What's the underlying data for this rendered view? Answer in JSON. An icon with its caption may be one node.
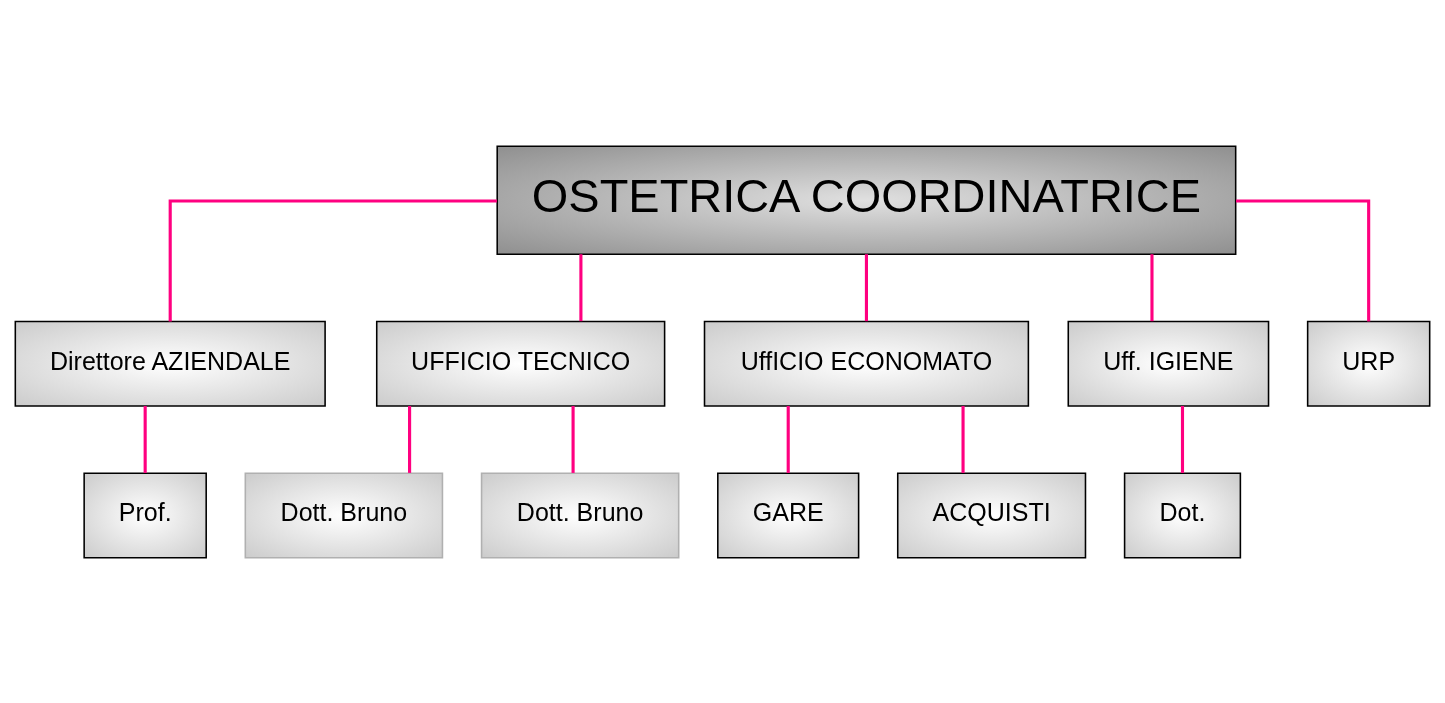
{
  "diagram": {
    "nodes": [
      {
        "text": [
          "OSTETRICA COORDINATRICE"
        ]
      },
      {
        "text": [
          "Direttore AZIENDALE"
        ]
      },
      {
        "text": [
          "UFFICIO TECNICO"
        ]
      },
      {
        "text": [
          "UffICIO ECONOMATO"
        ]
      },
      {
        "text": [
          "Uff. IGIENE"
        ]
      },
      {
        "text": [
          "URP"
        ]
      },
      {
        "text": [
          "Prof."
        ]
      },
      {
        "text": [
          "Dott. Bruno"
        ]
      },
      {
        "text": [
          "Dott. Bruno"
        ]
      },
      {
        "text": [
          "GARE"
        ]
      },
      {
        "text": [
          "ACQUISTI"
        ]
      },
      {
        "text": [
          "Dot."
        ]
      }
    ],
    "edges": [
      {
        "from": 0,
        "to": 1,
        "arrow": "none"
      },
      {
        "from": 0,
        "to": 2,
        "arrow": "none"
      },
      {
        "from": 0,
        "to": 3,
        "arrow": "none"
      },
      {
        "from": 0,
        "to": 4,
        "arrow": "none"
      },
      {
        "from": 0,
        "to": 5,
        "arrow": "none"
      },
      {
        "from": 1,
        "to": 6,
        "arrow": "none"
      },
      {
        "from": 2,
        "to": 7,
        "arrow": "none"
      },
      {
        "from": 2,
        "to": 8,
        "arrow": "none"
      },
      {
        "from": 3,
        "to": 9,
        "arrow": "none"
      },
      {
        "from": 3,
        "to": 10,
        "arrow": "none"
      },
      {
        "from": 4,
        "to": 11,
        "arrow": "none"
      }
    ]
  }
}
